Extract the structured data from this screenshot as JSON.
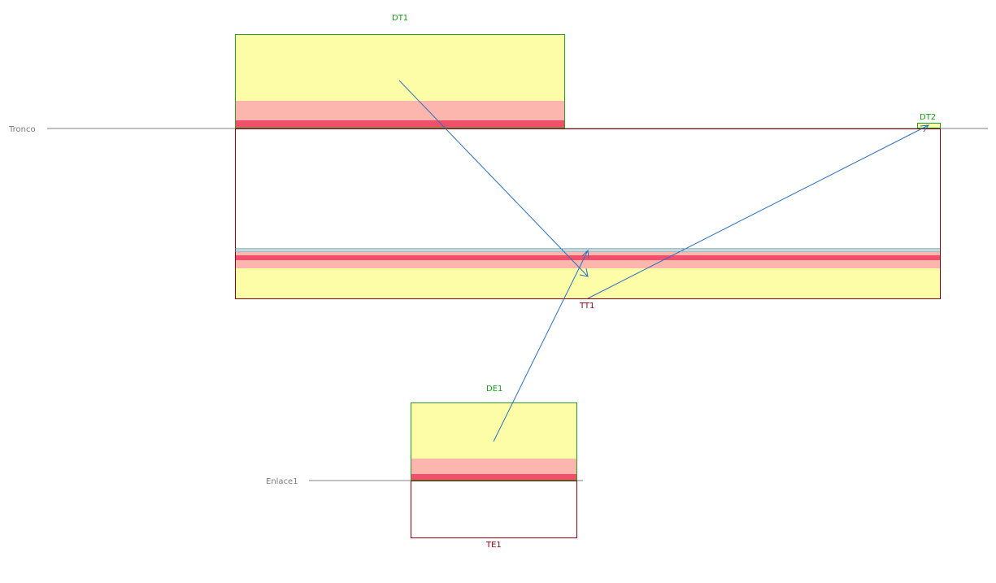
{
  "colors": {
    "background": "#ffffff",
    "deposit_fill": "#fdfda8",
    "deposit_stroke": "#2a9a2a",
    "band_pink": "#fdb6ad",
    "band_red": "#f0506a",
    "table_stroke": "#8a0010",
    "axis_line": "#808080",
    "arrow": "#2a6fc0",
    "teal_line": "#4a8a9a"
  },
  "axes": {
    "tronco": "Tronco",
    "enlace1": "Enlace1"
  },
  "deposits": {
    "dt1": "DT1",
    "dt2": "DT2",
    "de1": "DE1"
  },
  "tables": {
    "tt1": "TT1",
    "te1": "TE1"
  }
}
